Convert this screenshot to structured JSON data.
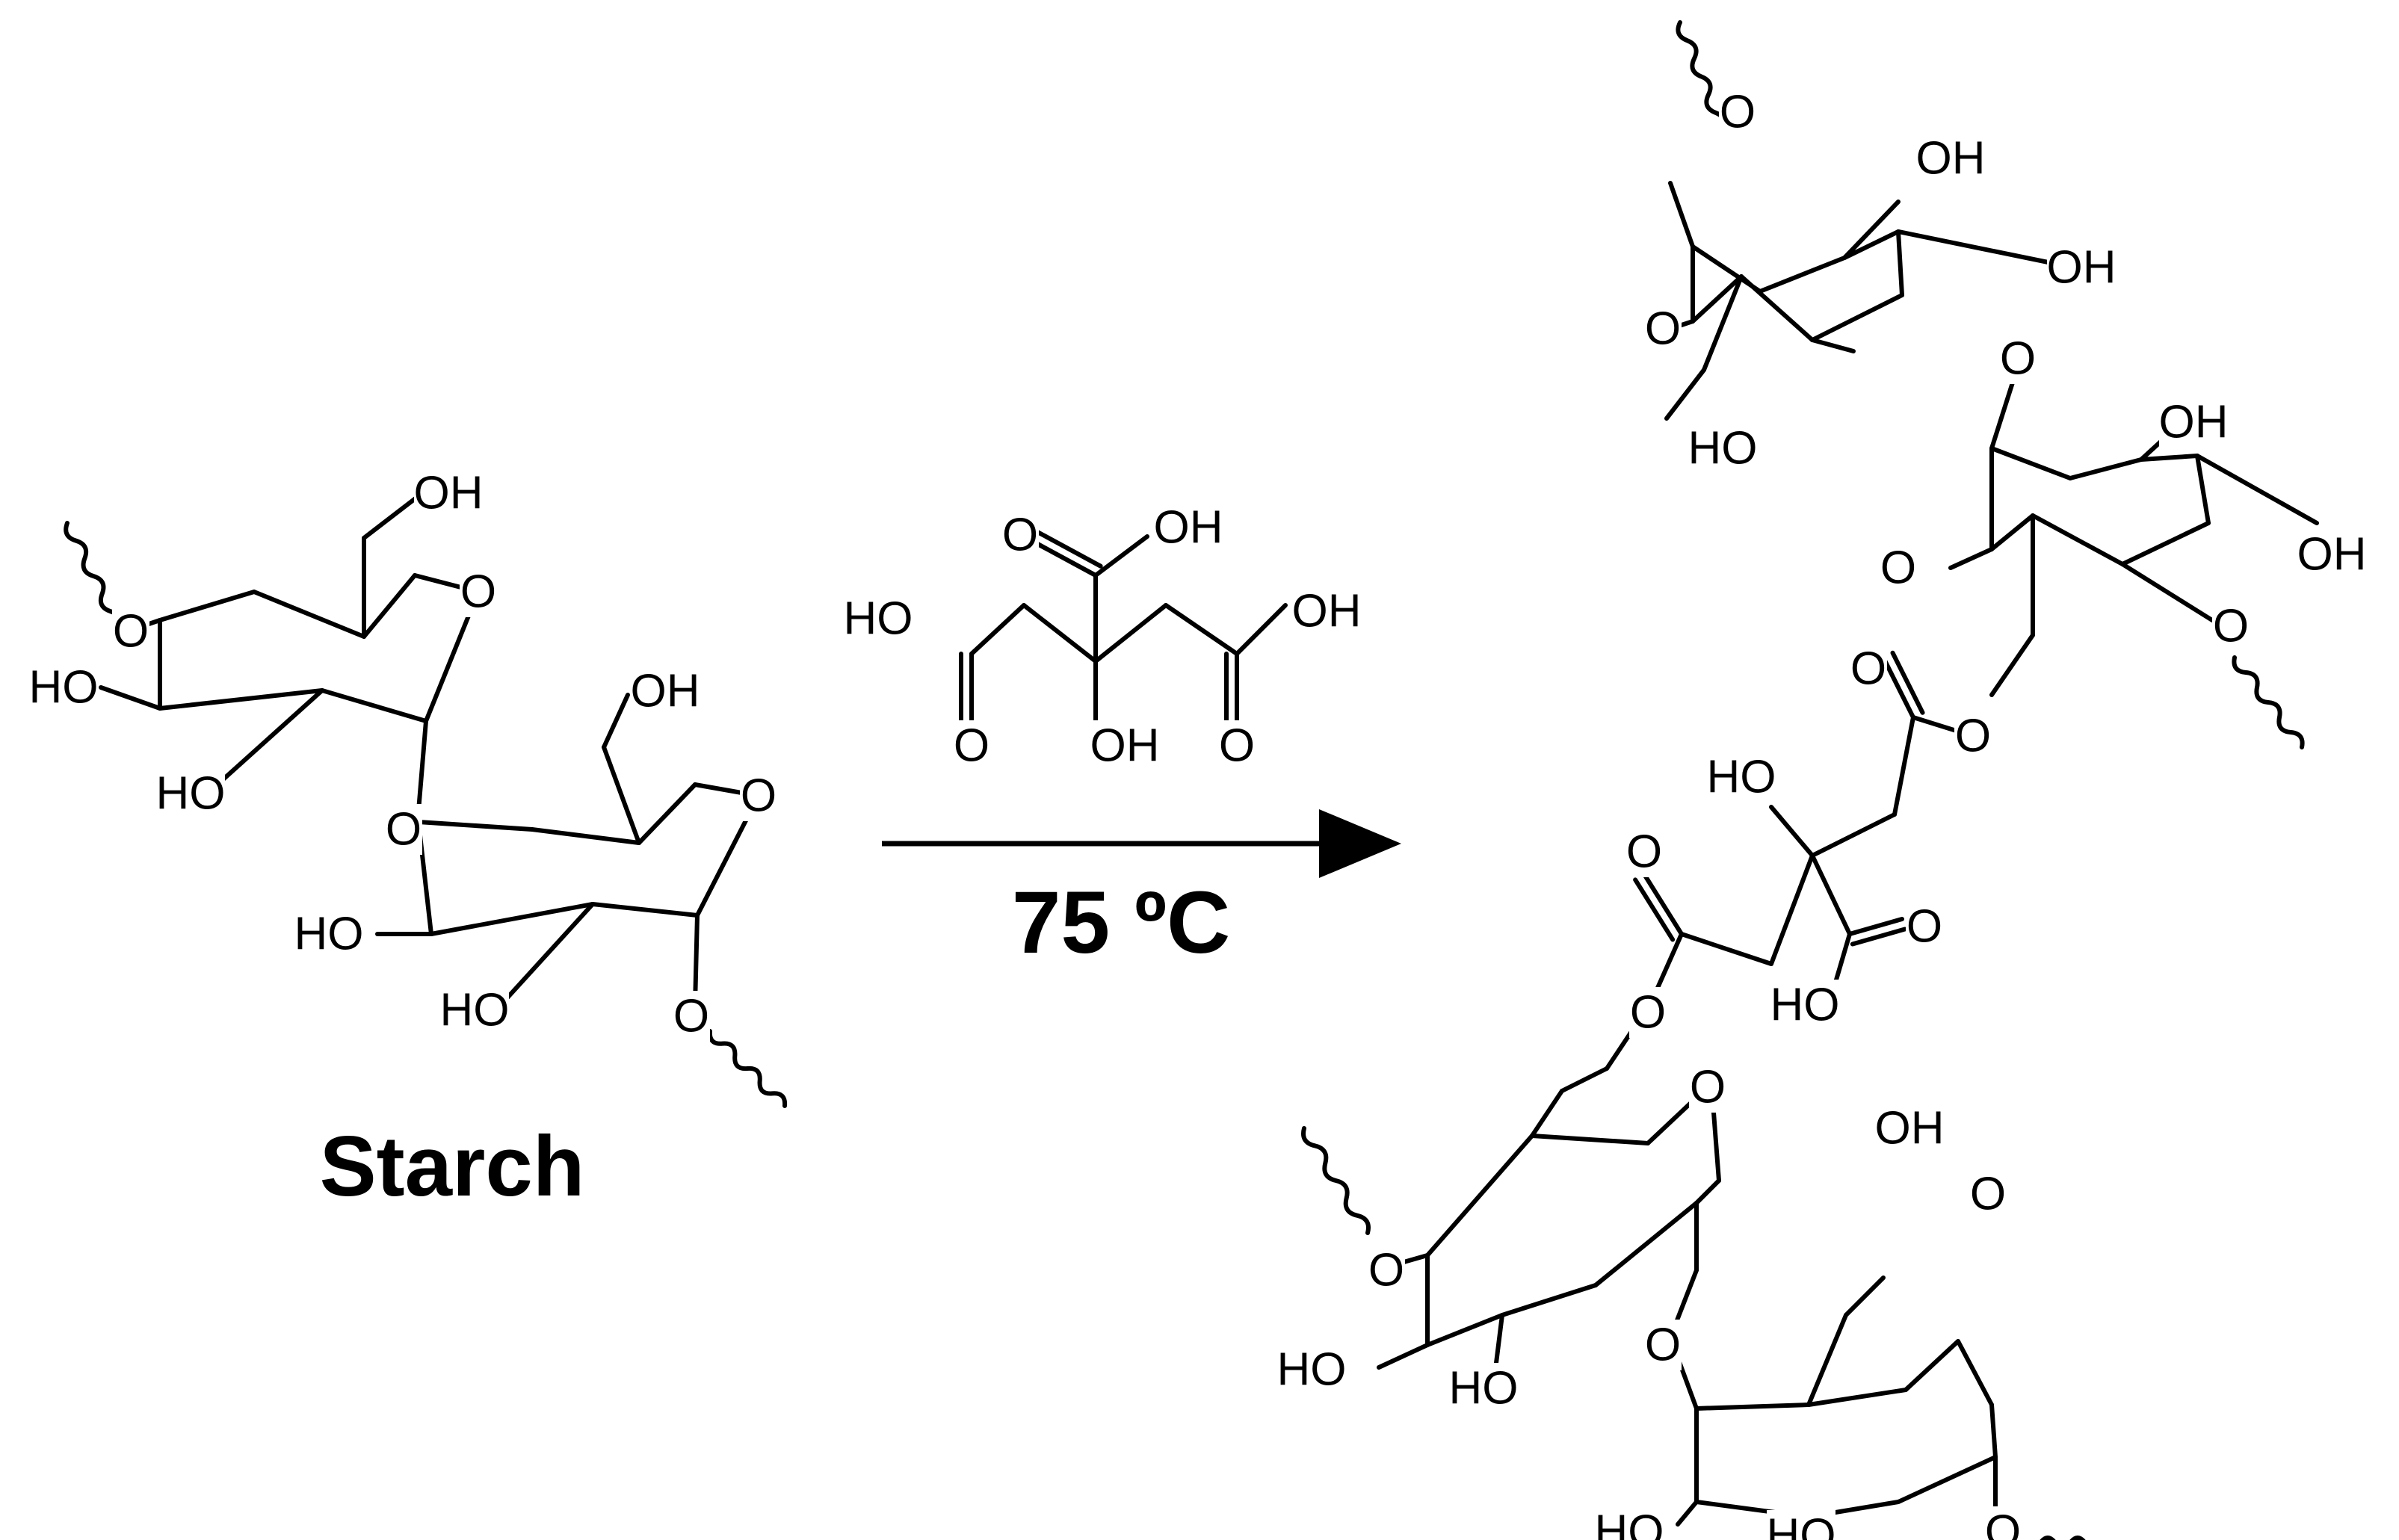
{
  "scheme": {
    "reactant_label": "Starch",
    "condition": "75 ºC",
    "atoms": {
      "oh": "OH",
      "ho": "HO",
      "o": "O"
    },
    "colors": {
      "ink": "#000000",
      "background": "#ffffff"
    }
  }
}
